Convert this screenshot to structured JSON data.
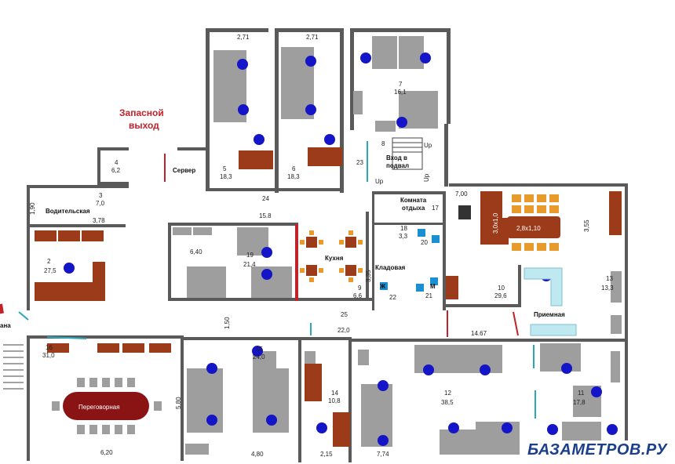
{
  "colors": {
    "wall": "#5a5a5a",
    "desk": "#9e9e9e",
    "wood": "#9c3b1a",
    "chair": "#1414c8",
    "accent_red": "#c0242a",
    "glass": "#2aa7b8",
    "orange": "#e89a2c"
  },
  "exit": {
    "line1": "Запасной",
    "line2": "выход"
  },
  "rooms": {
    "server": "Сервер",
    "driver": "Водительская",
    "kitchen": "Кухня",
    "storage": "Кладовая",
    "basement": {
      "line1": "Вход в",
      "line2": "подвал"
    },
    "rest": {
      "line1": "Комната",
      "line2": "отдыха"
    },
    "reception": "Приемная",
    "meeting": "Переговорная",
    "zh": "Ж",
    "m": "М",
    "up1": "Up",
    "up2": "Up",
    "up3": "Up",
    "bana": "ана"
  },
  "labels": {
    "r1_num": "2,71",
    "r2_num": "2,71",
    "r7_id": "7",
    "r7_area": "16,1",
    "r4_id": "4",
    "r4_area": "6,2",
    "r5_id": "5",
    "r5_area": "18,3",
    "r6_id": "6",
    "r6_area": "18,3",
    "r8_id": "8",
    "r23": "23",
    "r3_id": "3",
    "r3_area": "7,0",
    "d190": "1,90",
    "d378": "3,78",
    "d24": "24",
    "d158": "15.8",
    "d700": "7,00",
    "r17": "17",
    "d355": "3,55",
    "table1": "3,0x1,0",
    "table2": "2,8x1,10",
    "r18_id": "18",
    "r18_area": "3,3",
    "r20": "20",
    "r2_id": "2",
    "r2_area": "27,5",
    "d640": "6,40",
    "r19_id": "19",
    "r19_area": "21,4",
    "d335": "3,35",
    "r9_id": "9",
    "r9_area": "6,6",
    "r22": "22",
    "r21": "21",
    "r10_id": "10",
    "r10_area": "29,6",
    "r13_id": "13",
    "r13_area": "13,3",
    "d150": "1,50",
    "r25_id": "25",
    "r25_area": "22,0",
    "d1467": "14.67",
    "r16_id": "16",
    "r16_area": "31,0",
    "r15_id": "15",
    "r15_area": "24,0",
    "d580": "5,80",
    "r14_id": "14",
    "r14_area": "10,8",
    "r12_id": "12",
    "r12_area": "38,5",
    "r11_id": "11",
    "r11_area": "17,8",
    "d620": "6,20",
    "d480": "4,80",
    "d215": "2,15",
    "d774": "7,74"
  },
  "watermark": "БАЗАМЕТРОВ.РУ"
}
